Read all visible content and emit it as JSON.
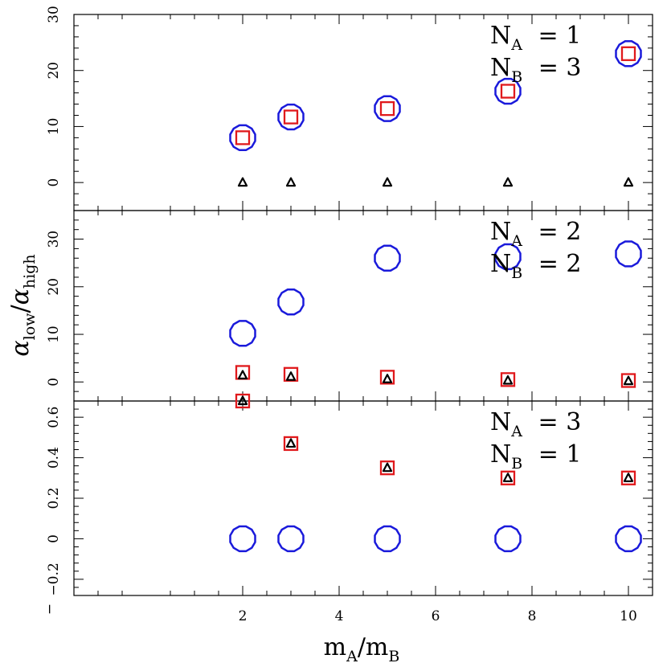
{
  "chart_data": {
    "type": "scatter",
    "xlabel": {
      "main": "m",
      "sub1": "A",
      "mid": "/m",
      "sub2": "B"
    },
    "ylabel": {
      "alpha1": "α",
      "sub1": "low",
      "mid": "/",
      "alpha2": "α",
      "sub2": "high"
    },
    "xlim": [
      -1.5,
      10.5
    ],
    "x_ticks": [
      2,
      4,
      6,
      8,
      10
    ],
    "x_tick_labels": [
      "2",
      "4",
      "6",
      "8",
      "10"
    ],
    "x": [
      2,
      3,
      5,
      7.5,
      10
    ],
    "colors": {
      "circle": "#1a1adb",
      "square": "#e0191c",
      "triangle": "#000000"
    },
    "panels": [
      {
        "na": "1",
        "nb": "3",
        "ylim": [
          -5,
          30
        ],
        "y_ticks": [
          0,
          10,
          20,
          30
        ],
        "y_tick_labels": [
          "0",
          "10",
          "20",
          "30"
        ],
        "series": [
          {
            "marker": "circle",
            "values": [
              8,
              11.7,
              13.2,
              16.3,
              23
            ]
          },
          {
            "marker": "square",
            "values": [
              8,
              11.7,
              13.2,
              16.3,
              23
            ]
          },
          {
            "marker": "triangle",
            "values": [
              0,
              0,
              0,
              0,
              0
            ]
          }
        ]
      },
      {
        "na": "2",
        "nb": "2",
        "ylim": [
          -4,
          36
        ],
        "y_ticks": [
          0,
          10,
          20,
          30
        ],
        "y_tick_labels": [
          "0",
          "10",
          "20",
          "30"
        ],
        "series": [
          {
            "marker": "circle",
            "values": [
              10.2,
              16.8,
              26,
              26.3,
              26.9
            ]
          },
          {
            "marker": "square",
            "values": [
              2,
              1.6,
              1,
              0.5,
              0.3
            ]
          },
          {
            "marker": "triangle",
            "values": [
              1.4,
              1.1,
              0.6,
              0.3,
              0.2
            ]
          }
        ]
      },
      {
        "na": "3",
        "nb": "1",
        "ylim": [
          -0.28,
          0.68
        ],
        "y_ticks": [
          -0.2,
          0,
          0.2,
          0.4,
          0.6
        ],
        "y_tick_labels": [
          "−0.2",
          "0",
          "0.2",
          "0.4",
          "0.6"
        ],
        "series": [
          {
            "marker": "circle",
            "values": [
              0,
              0,
              0,
              0,
              0
            ]
          },
          {
            "marker": "square",
            "values": [
              0.68,
              0.47,
              0.35,
              0.3,
              0.3
            ]
          },
          {
            "marker": "triangle",
            "values": [
              0.68,
              0.47,
              0.35,
              0.3,
              0.3
            ]
          }
        ]
      }
    ],
    "corner_label": "−"
  }
}
